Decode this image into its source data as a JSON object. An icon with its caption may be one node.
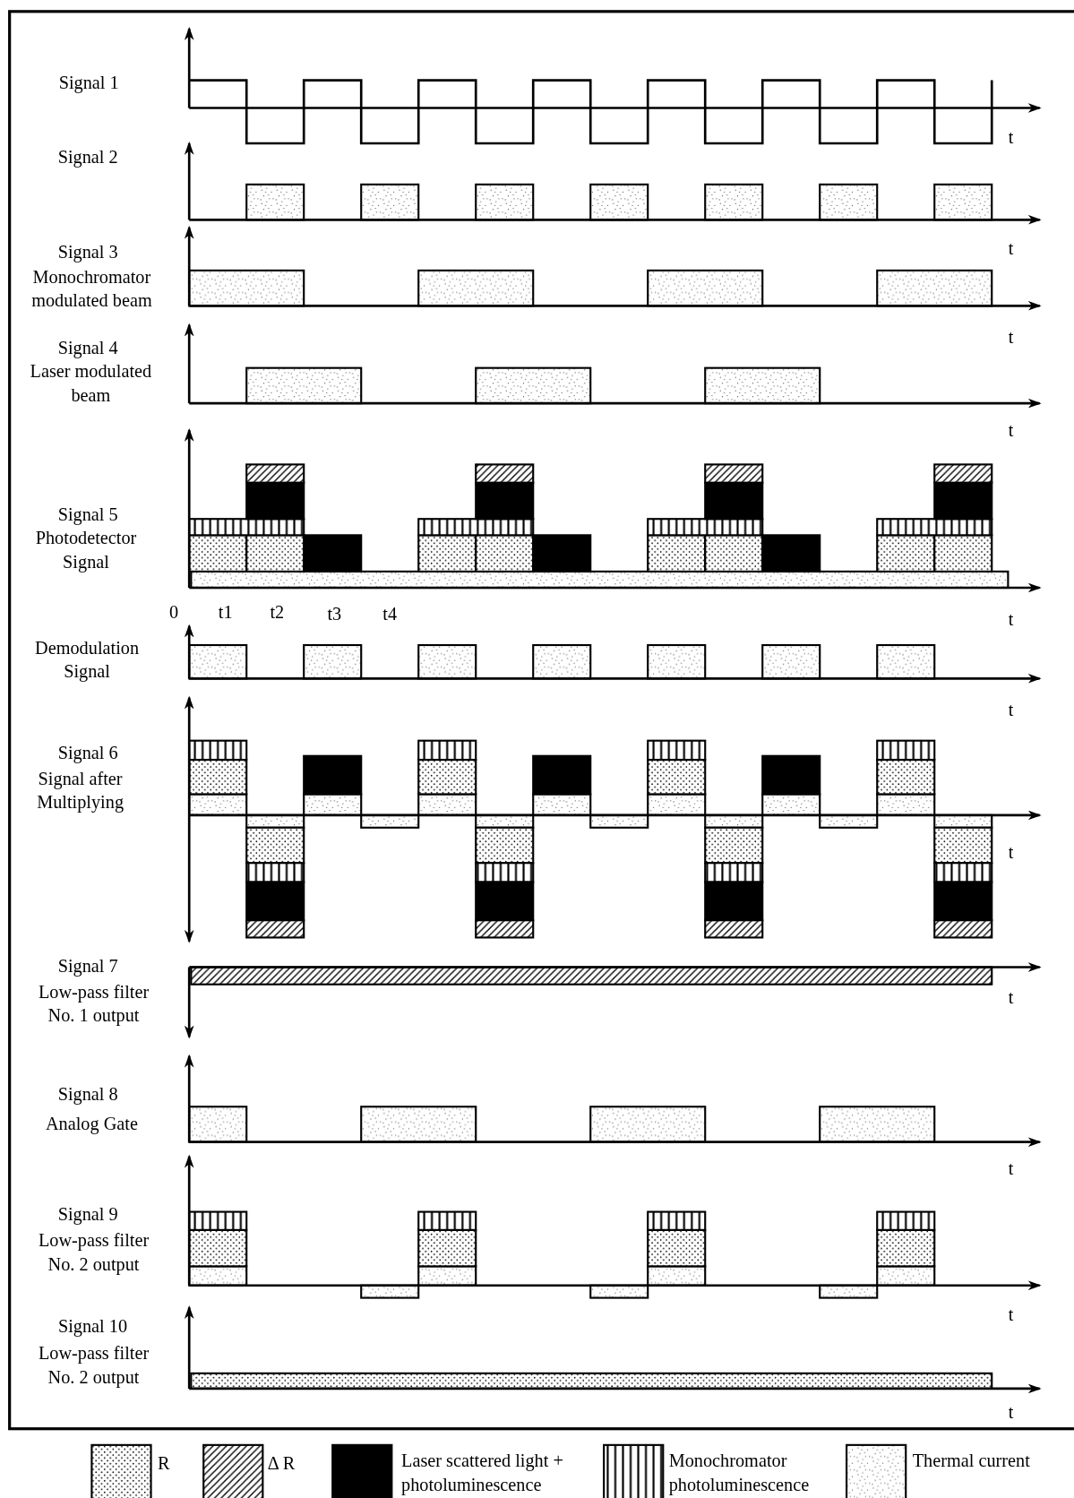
{
  "diagram": {
    "labels": [
      "Signal 1",
      "t",
      "Signal 2",
      "t",
      "Signal 3",
      "Monochromator modulated beam",
      "t",
      "Signal 4",
      "Laser modulated beam",
      "t",
      "Signal 5",
      "Photodetector Signal",
      "0",
      "t1",
      "t2",
      "t3",
      "t4",
      "t",
      "Demodulation Signal",
      "t",
      "Signal 6",
      "Signal after Multiplying",
      "t",
      "Signal 7",
      "Low-pass filter No. 1 output",
      "t",
      "Signal 8",
      "Analog Gate",
      "t",
      "Signal 9",
      "Low-pass filter No. 2 output",
      "t",
      "Signal 10",
      "Low-pass filter No. 2 output",
      "t"
    ],
    "legend": [
      {
        "text": "R"
      },
      {
        "text": "Δ R"
      },
      {
        "text": "Laser scattered light + photoluminescence",
        "color": "#000000"
      },
      {
        "text": "Monochromator photoluminescence"
      },
      {
        "text": "Thermal current"
      }
    ]
  }
}
